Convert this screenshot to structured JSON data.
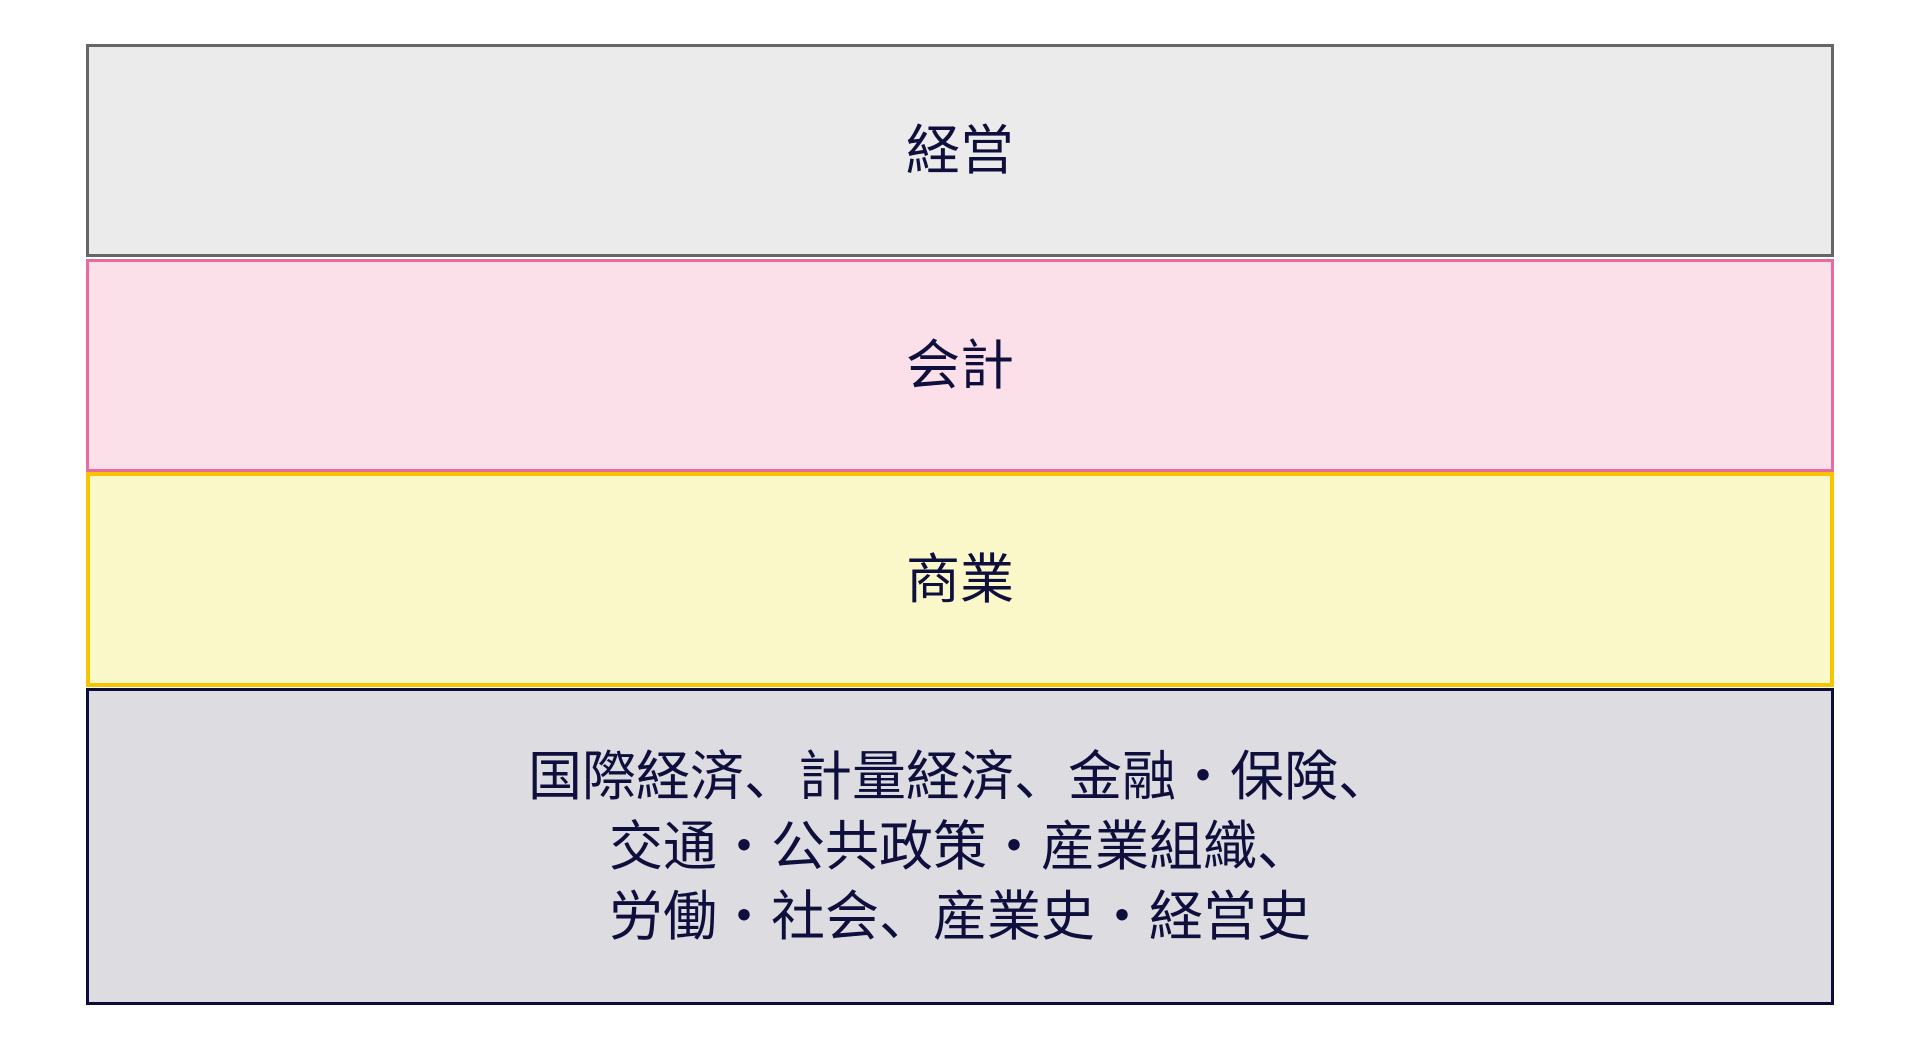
{
  "diagram": {
    "type": "stacked-layers",
    "layers": [
      {
        "label": "経営",
        "background": "#ebebeb",
        "border": "#666666"
      },
      {
        "label": "会計",
        "background": "#fbdfe9",
        "border": "#e96a9e"
      },
      {
        "label": "商業",
        "background": "#faf7c9",
        "border": "#f8c400"
      },
      {
        "label": "国際経済、計量経済、金融・保険、\n交通・公共政策・産業組織、\n労働・社会、産業史・経営史",
        "lines": [
          "国際経済、計量経済、金融・保険、",
          "交通・公共政策・産業組織、",
          "労働・社会、産業史・経営史"
        ],
        "background": "#dddce1",
        "border": "#0c0c3a"
      }
    ],
    "text_color": "#0f0f3d"
  }
}
